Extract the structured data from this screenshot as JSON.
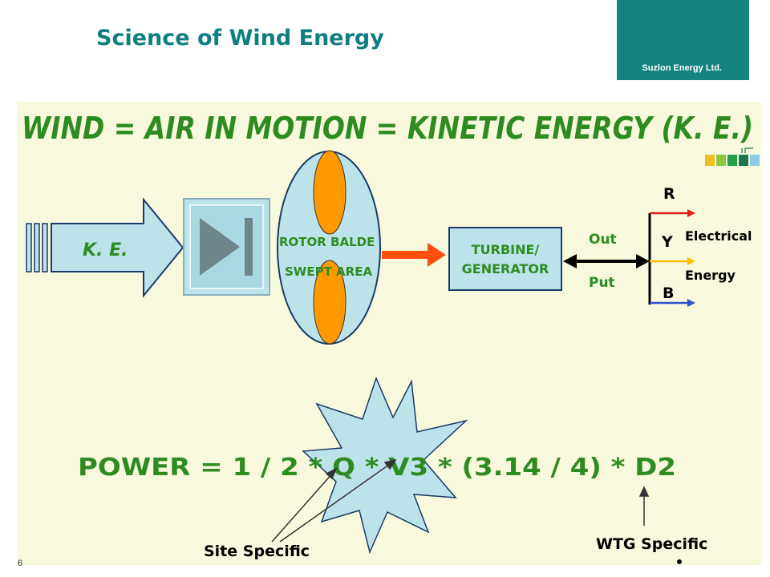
{
  "slide": {
    "title": "Science of Wind Energy",
    "brand": "Suzlon Energy Ltd.",
    "page_number": "6"
  },
  "diagram": {
    "headline": "WIND = AIR IN MOTION = KINETIC ENERGY (K. E.)",
    "ke_label": "K. E.",
    "rotor_line1": "ROTOR BALDE",
    "rotor_line2": "SWEPT AREA",
    "turbine_line1": "TURBINE/",
    "turbine_line2": "GENERATOR",
    "out_label": "Out",
    "put_label": "Put",
    "phase_r": "R",
    "phase_y": "Y",
    "phase_b": "B",
    "electrical_label": "Electrical",
    "energy_label": "Energy",
    "formula": "POWER = 1 / 2 * Q * V3 * (3.14 / 4) * D2",
    "site_specific_label": "Site Specific",
    "wtg_specific_label": "WTG Specific"
  },
  "colors": {
    "background": "#f8f8dc",
    "headline": "#2e8b22",
    "formula": "#2e8b22",
    "accent": "#138382",
    "blade": "#ff9900",
    "arrow_fill": "#bde3ea",
    "arrow_stroke": "#1a3a6a",
    "phase_r": "#e02020",
    "phase_y": "#ffc000",
    "phase_b": "#3050d0",
    "orange_arrow": "#ff5010"
  },
  "logo_squares": [
    "#f0c020",
    "#8ec63f",
    "#22a046",
    "#1c7a4a",
    "#8ecae6"
  ]
}
